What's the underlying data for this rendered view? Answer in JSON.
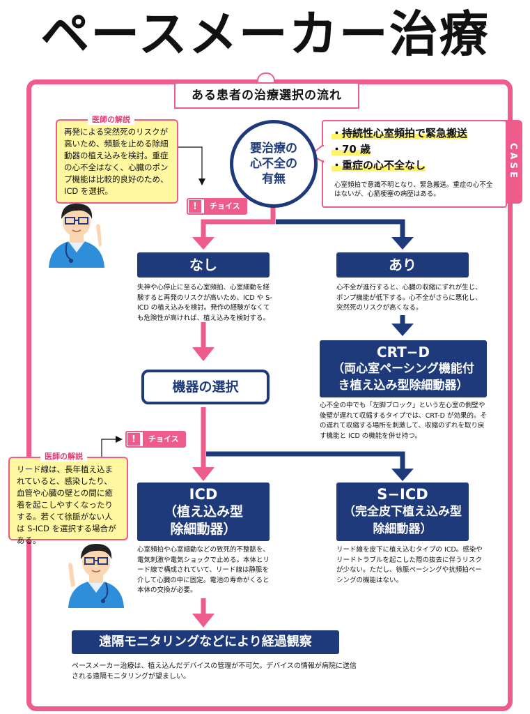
{
  "title": "ペースメーカー治療",
  "subtitle": "ある患者の治療選択の流れ",
  "case": {
    "tab_label": "CASE",
    "items": [
      "・持続性心室頻拍で緊急搬送",
      "・70 歳",
      "・重症の心不全なし"
    ],
    "note": "心室頻拍で意識不明となり、緊急搬送。重症の心不全はないが、心筋梗塞の病歴はある。"
  },
  "decision": {
    "line1": "要治療の",
    "line2": "心不全の",
    "line3": "有無"
  },
  "doctor1": {
    "label": "医師の解説",
    "text": "再発による突然死のリスクが高いため、頻脈を止める除細動器の植え込みを検討。重症の心不全はなく、心臓のポンプ機能は比較的良好のため、ICD を選択。"
  },
  "choice1": {
    "icon": "!",
    "label": "チョイス"
  },
  "nashi": {
    "label": "なし",
    "desc": "失神や心停止に至る心室頻拍、心室細動を経験すると再発のリスクが高いため、ICD や S-ICD の植え込みを検討。発作の経験がなくても危険性が高ければ、植え込みを検討する。"
  },
  "ari": {
    "label": "あり",
    "desc": "心不全が進行すると、心臓の収縮にずれが生じ、ポンプ機能が低下する。心不全がさらに悪化し、突然死のリスクが高くなる。"
  },
  "crtd": {
    "line1": "CRT−D",
    "line2": "（両心室ペーシング機能付",
    "line3": "き植え込み型除細動器）",
    "desc": "心不全の中でも「左脚ブロック」という左心室の側壁や後壁が遅れて収縮するタイプでは、CRT-D が効果的。その遅れて収縮する場所を刺激して、収縮のずれを取り戻す機能と ICD の機能を併せ持つ。"
  },
  "device_select": {
    "label": "機器の選択"
  },
  "choice2": {
    "icon": "!",
    "label": "チョイス"
  },
  "doctor2": {
    "label": "医師の解説",
    "text": "リード線は、長年植え込まれていると、感染したり、血管や心臓の壁との間に癒着を起こしやすくなったりする。若くて徐脈がない人は S-ICD を選択する場合がある。"
  },
  "icd": {
    "line1": "ICD",
    "line2": "（植え込み型",
    "line3": "除細動器）",
    "desc": "心室頻拍や心室細動などの致死的不整脈を、電気刺激や電気ショックで止める。本体とリード線で構成されていて、リード線は静脈を介して心臓の中に固定。電池の寿命がくると本体の交換が必要。"
  },
  "sicd": {
    "line1": "S−ICD",
    "line2": "（完全皮下植え込み型",
    "line3": "除細動器）",
    "desc": "リード線を皮下に植え込むタイプの ICD。感染やリードトラブルを起こした際の抜去に伴うリスクが少ない。ただし、徐脈ペーシングや抗頻拍ペーシングの機能はない。"
  },
  "monitoring": {
    "label": "遠隔モニタリングなどにより経過観察",
    "desc": "ペースメーカー治療は、植え込んだデバイスの管理が不可欠。デバイスの情報が病院に送信される遠隔モニタリングが望ましい。"
  },
  "colors": {
    "pink": "#ee5c8c",
    "navy": "#1e3a7a",
    "yellow": "#fff8a0"
  }
}
